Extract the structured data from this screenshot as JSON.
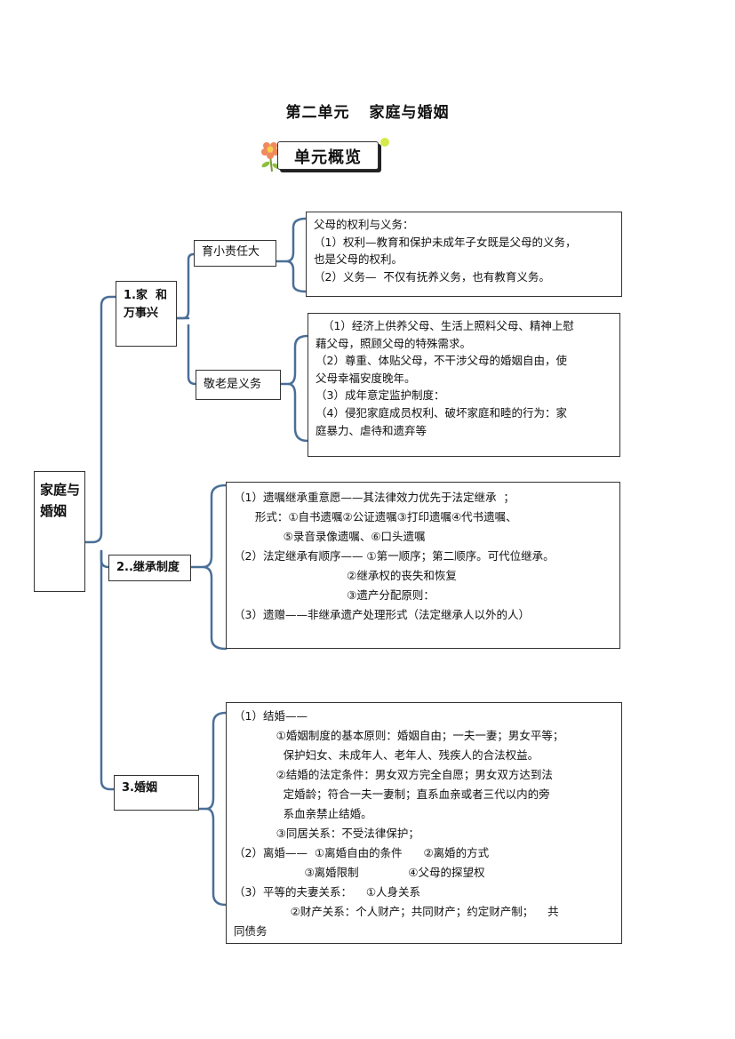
{
  "header": {
    "title_part1": "第二单元",
    "title_part2": "家庭与婚姻",
    "badge": "单元概览"
  },
  "root": {
    "label": "家庭与婚姻"
  },
  "section1": {
    "label_line1": "1.家  和",
    "label_line2": "万事兴",
    "sub1": {
      "label": "育小责任大",
      "lines": [
        "父母的权利与义务：",
        "（1）权利—教育和保护未成年子女既是父母的义务，",
        "也是父母的权利。",
        "（2）义务—  不仅有抚养义务，也有教育义务。"
      ]
    },
    "sub2": {
      "label": "敬老是义务",
      "lines": [
        "  （1）经济上供养父母、生活上照料父母、精神上慰",
        "藉父母，照顾父母的特殊需求。",
        "（2）尊重、体贴父母，不干涉父母的婚姻自由，使",
        "父母幸福安度晚年。",
        "（3）成年意定监护制度：",
        "（4）侵犯家庭成员权利、破坏家庭和睦的行为：家",
        "庭暴力、虐待和遗弃等"
      ]
    }
  },
  "section2": {
    "label": "2..继承制度",
    "lines": [
      "（1）遗嘱继承重意愿——其法律效力优先于法定继承  ；",
      "      形式：①自书遗嘱②公证遗嘱③打印遗嘱④代书遗嘱、",
      "              ⑤录音录像遗嘱、⑥口头遗嘱",
      "（2）法定继承有顺序—— ①第一顺序；第二顺序。可代位继承。",
      "                                ②继承权的丧失和恢复",
      "                                ③遗产分配原则：",
      "（3）遗赠——非继承遗产处理形式（法定继承人以外的人）"
    ]
  },
  "section3": {
    "label": "3.婚姻",
    "lines": [
      "（1）结婚——",
      "            ①婚姻制度的基本原则：婚姻自由；一夫一妻；男女平等；",
      "              保护妇女、未成年人、老年人、残疾人的合法权益。",
      "            ②结婚的法定条件：男女双方完全自愿；男女双方达到法",
      "              定婚龄；符合一夫一妻制；直系血亲或者三代以内的旁",
      "              系血亲禁止结婚。",
      "            ③同居关系：不受法律保护；",
      "（2）离婚——  ①离婚自由的条件      ②离婚的方式",
      "                    ③离婚限制              ④父母的探望权",
      "（3）平等的夫妻关系：    ①人身关系",
      "                ②财产关系：个人财产；共同财产；约定财产制；    共",
      "同债务"
    ]
  }
}
